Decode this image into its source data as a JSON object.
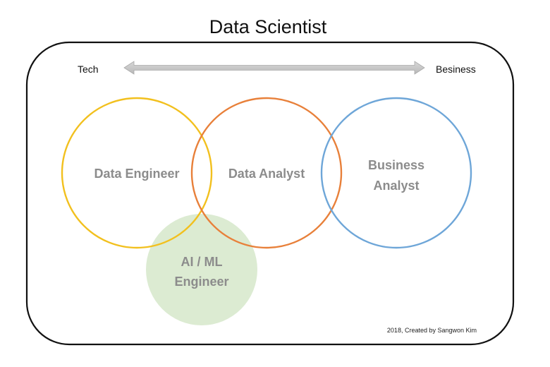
{
  "title": "Data Scientist",
  "axis": {
    "left_label": "Tech",
    "right_label": "Besiness"
  },
  "roles": {
    "data_engineer": "Data Engineer",
    "data_analyst": "Data Analyst",
    "business_analyst_line1": "Business",
    "business_analyst_line2": "Analyst",
    "ai_ml_line1": "AI / ML",
    "ai_ml_line2": "Engineer"
  },
  "credit": "2018, Created by Sangwon Kim",
  "colors": {
    "frame": "#111111",
    "arrow": "#c9c9c9",
    "data_engineer": "#f2c01e",
    "data_analyst": "#e8803a",
    "business_analyst": "#6ea6d8",
    "ai_ml_fill": "#dcebd2",
    "role_text": "#8c8c8c"
  }
}
